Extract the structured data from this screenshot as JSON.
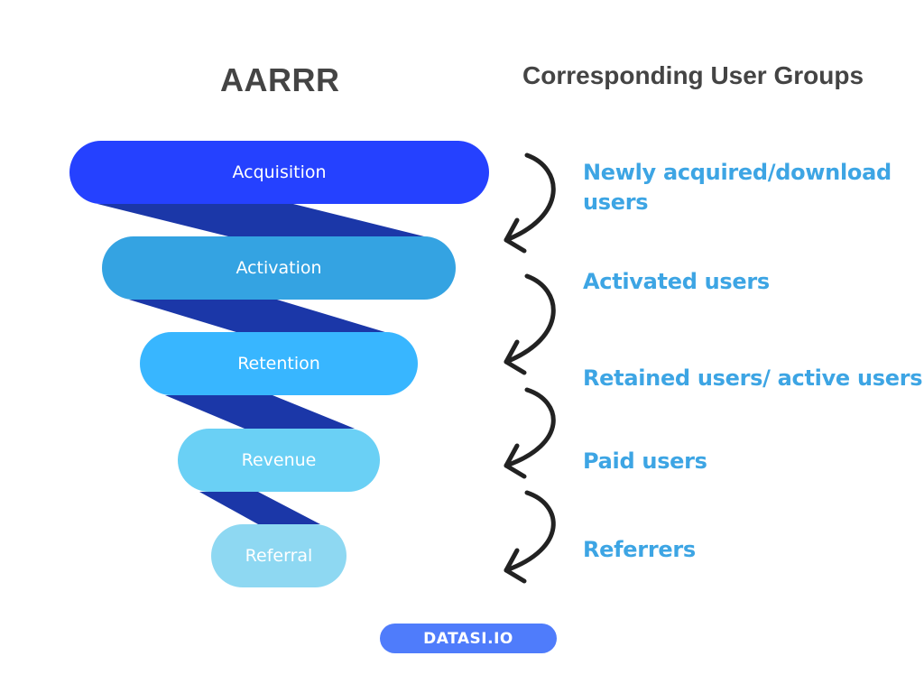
{
  "headers": {
    "left_title": "AARRR",
    "right_title": "Corresponding User Groups"
  },
  "funnel": {
    "connector_color": "#1b37a8",
    "stages": [
      {
        "label": "Acquisition",
        "color": "#2541ff"
      },
      {
        "label": "Activation",
        "color": "#34a3e2"
      },
      {
        "label": "Retention",
        "color": "#38b6ff"
      },
      {
        "label": "Revenue",
        "color": "#6ad0f5"
      },
      {
        "label": "Referral",
        "color": "#8ed8f2"
      }
    ]
  },
  "user_groups": [
    {
      "label": "Newly acquired/download users"
    },
    {
      "label": "Activated users"
    },
    {
      "label": "Retained users/ active users"
    },
    {
      "label": "Paid users"
    },
    {
      "label": "Referrers"
    }
  ],
  "arrows": [
    {
      "icon": "curved-arrow-icon"
    },
    {
      "icon": "curved-arrow-icon"
    },
    {
      "icon": "curved-arrow-icon"
    },
    {
      "icon": "curved-arrow-icon"
    }
  ],
  "footer": {
    "brand": "DATASI.IO",
    "brand_color": "#4f7cfb",
    "group_text_color": "#3da5e4",
    "title_color": "#444444"
  }
}
